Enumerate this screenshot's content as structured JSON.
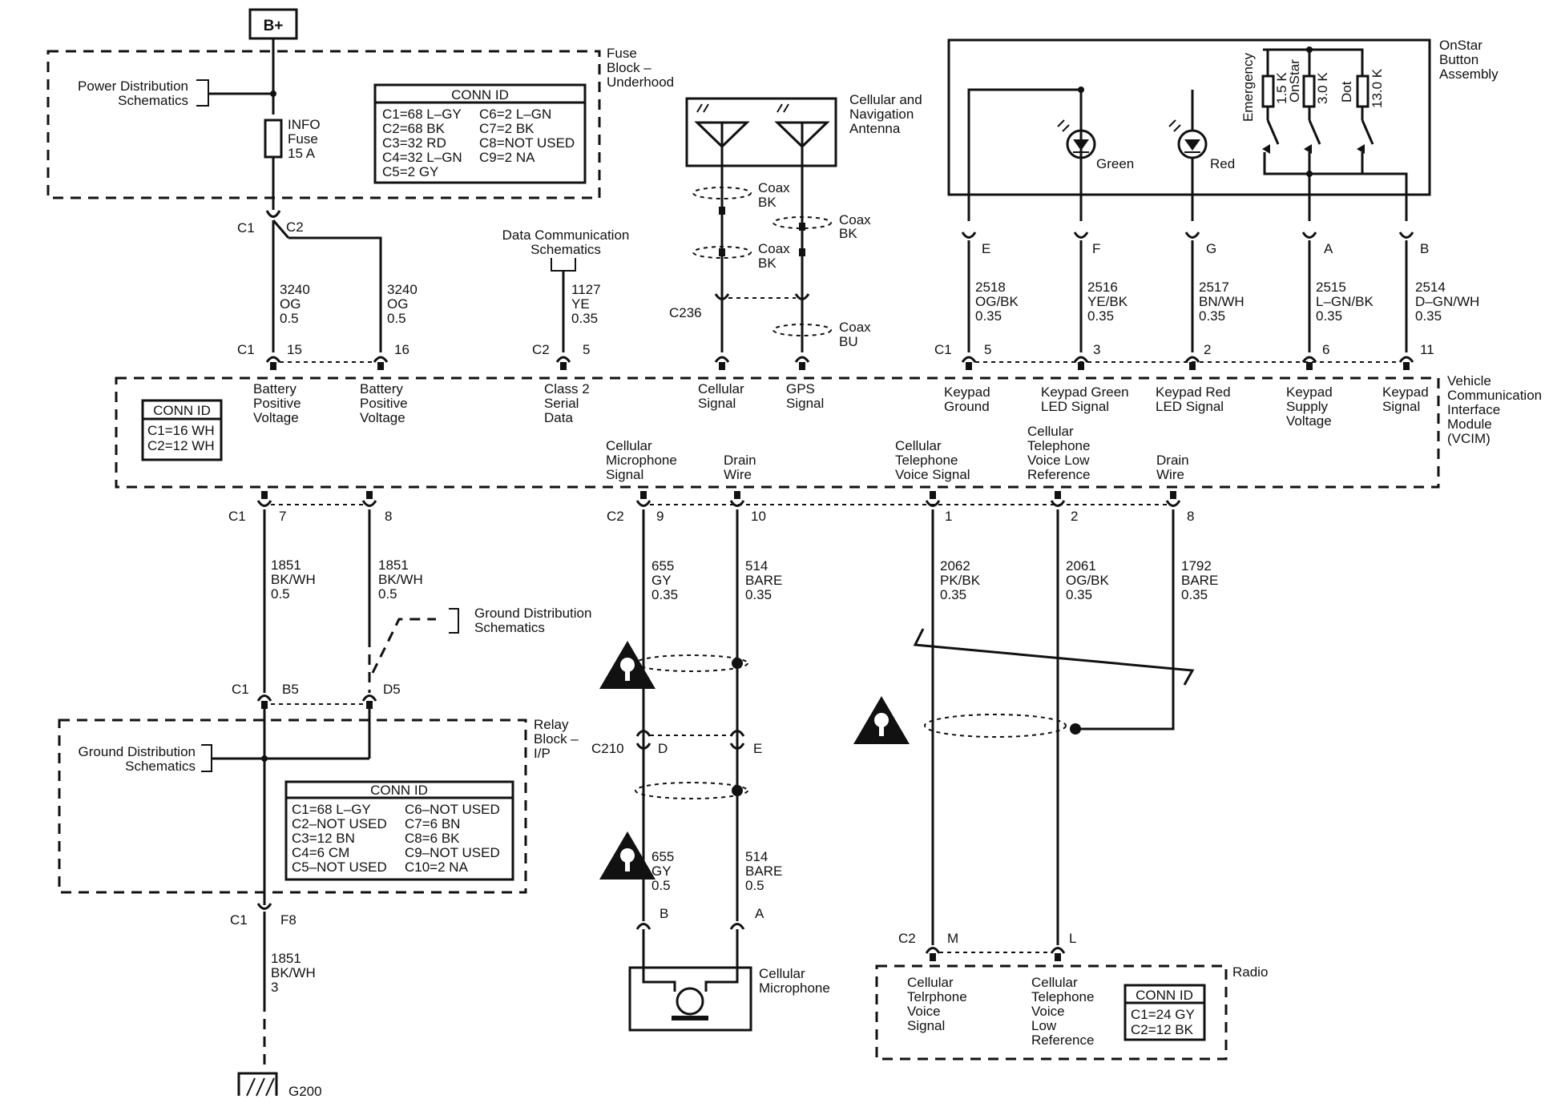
{
  "battery": "B+",
  "fuse_block": {
    "title": [
      "Fuse",
      "Block –",
      "Underhood"
    ],
    "power_dist": [
      "Power Distribution",
      "Schematics"
    ],
    "fuse": [
      "INFO",
      "Fuse",
      "15 A"
    ],
    "conn_title": "CONN ID",
    "conn_left": [
      "C1=68 L–GY",
      "C2=68 BK",
      "C3=32 RD",
      "C4=32 L–GN",
      "C5=2 GY"
    ],
    "conn_right": [
      "C6=2 L–GN",
      "C7=2 BK",
      "C8=NOT USED",
      "C9=2 NA"
    ],
    "c1": "C1",
    "c2": "C2"
  },
  "data_comm": [
    "Data Communication",
    "Schematics"
  ],
  "antenna": {
    "title": [
      "Cellular and",
      "Navigation",
      "Antenna"
    ]
  },
  "onstar": {
    "title": [
      "OnStar",
      "Button",
      "Assembly"
    ],
    "leds": [
      "Green",
      "Red"
    ],
    "switches": [
      "Emergency",
      "OnStar",
      "Dot"
    ],
    "resistors": [
      "1.5 K",
      "3.0 K",
      "13.0 K"
    ]
  },
  "wires_top": {
    "w1": [
      "3240",
      "OG",
      "0.5"
    ],
    "w2": [
      "3240",
      "OG",
      "0.5"
    ],
    "w3": [
      "1127",
      "YE",
      "0.35"
    ],
    "w4": [
      "2518",
      "OG/BK",
      "0.35"
    ],
    "w5": [
      "2516",
      "YE/BK",
      "0.35"
    ],
    "w6": [
      "2517",
      "BN/WH",
      "0.35"
    ],
    "w7": [
      "2515",
      "L–GN/BK",
      "0.35"
    ],
    "w8": [
      "2514",
      "D–GN/WH",
      "0.35"
    ]
  },
  "coax": [
    "Coax",
    "BK",
    "Coax",
    "BK",
    "Coax",
    "BK",
    "Coax",
    "BU"
  ],
  "c236": "C236",
  "onstar_pins": [
    "E",
    "F",
    "G",
    "A",
    "B"
  ],
  "vcim": {
    "title": [
      "Vehicle",
      "Communication",
      "Interface",
      "Module",
      "(VCIM)"
    ],
    "conn_title": "CONN ID",
    "conn": [
      "C1=16 WH",
      "C2=12 WH"
    ],
    "top_c1": "C1",
    "top_c2": "C2",
    "top_c1b": "C1",
    "top_pins": [
      "15",
      "16",
      "5",
      "5",
      "3",
      "2",
      "6",
      "11"
    ],
    "top_labels": {
      "bat1": [
        "Battery",
        "Positive",
        "Voltage"
      ],
      "bat2": [
        "Battery",
        "Positive",
        "Voltage"
      ],
      "class2": [
        "Class 2",
        "Serial",
        "Data"
      ],
      "cell": [
        "Cellular",
        "Signal"
      ],
      "gps": [
        "GPS",
        "Signal"
      ],
      "kgnd": [
        "Keypad",
        "Ground"
      ],
      "kgreen": [
        "Keypad Green",
        "LED Signal"
      ],
      "kred": [
        "Keypad Red",
        "LED Signal"
      ],
      "ksupply": [
        "Keypad",
        "Supply",
        "Voltage"
      ],
      "ksignal": [
        "Keypad",
        "Signal"
      ]
    },
    "bot_labels": {
      "mic": [
        "Cellular",
        "Microphone",
        "Signal"
      ],
      "drain1": [
        "Drain",
        "Wire"
      ],
      "phone": [
        "Cellular",
        "Telephone",
        "Voice Signal"
      ],
      "low": [
        "Cellular",
        "Telephone",
        "Voice Low",
        "Reference"
      ],
      "drain2": [
        "Drain",
        "Wire"
      ]
    },
    "bot_c1": "C1",
    "bot_c2": "C2",
    "bot_pins": [
      "7",
      "8",
      "9",
      "10",
      "1",
      "2",
      "8"
    ]
  },
  "wires_bottom": {
    "w1": [
      "1851",
      "BK/WH",
      "0.5"
    ],
    "w2": [
      "1851",
      "BK/WH",
      "0.5"
    ],
    "w3": [
      "655",
      "GY",
      "0.35"
    ],
    "w4": [
      "514",
      "BARE",
      "0.35"
    ],
    "w5": [
      "2062",
      "PK/BK",
      "0.35"
    ],
    "w6": [
      "2061",
      "OG/BK",
      "0.35"
    ],
    "w7": [
      "1792",
      "BARE",
      "0.35"
    ],
    "w8": [
      "655",
      "GY",
      "0.5"
    ],
    "w9": [
      "514",
      "BARE",
      "0.5"
    ],
    "w10": [
      "1851",
      "BK/WH",
      "3"
    ]
  },
  "ground_dist_upper": [
    "Ground Distribution",
    "Schematics"
  ],
  "relay_block": {
    "title": [
      "Relay",
      "Block –",
      "I/P"
    ],
    "ground_dist": [
      "Ground Distribution",
      "Schematics"
    ],
    "conn_title": "CONN ID",
    "conn_left": [
      "C1=68 L–GY",
      "C2–NOT USED",
      "C3=12 BN",
      "C4=6 CM",
      "C5–NOT USED"
    ],
    "conn_right": [
      "C6–NOT USED",
      "C7=6 BN",
      "C8=6 BK",
      "C9–NOT USED",
      "C10=2 NA"
    ],
    "c1_top": "C1",
    "pin_b5": "B5",
    "pin_d5": "D5",
    "c1_bot": "C1",
    "pin_f8": "F8"
  },
  "c210": {
    "label": "C210",
    "pins": [
      "D",
      "E",
      "B",
      "A"
    ]
  },
  "microphone": [
    "Cellular",
    "Microphone"
  ],
  "ground": "G200",
  "radio": {
    "title": "Radio",
    "c2": "C2",
    "pins": [
      "M",
      "L"
    ],
    "sig1": [
      "Cellular",
      "Telrphone",
      "Voice",
      "Signal"
    ],
    "sig2": [
      "Cellular",
      "Telephone",
      "Voice",
      "Low",
      "Reference"
    ],
    "conn_title": "CONN ID",
    "conn": [
      "C1=24 GY",
      "C2=12 BK"
    ]
  }
}
